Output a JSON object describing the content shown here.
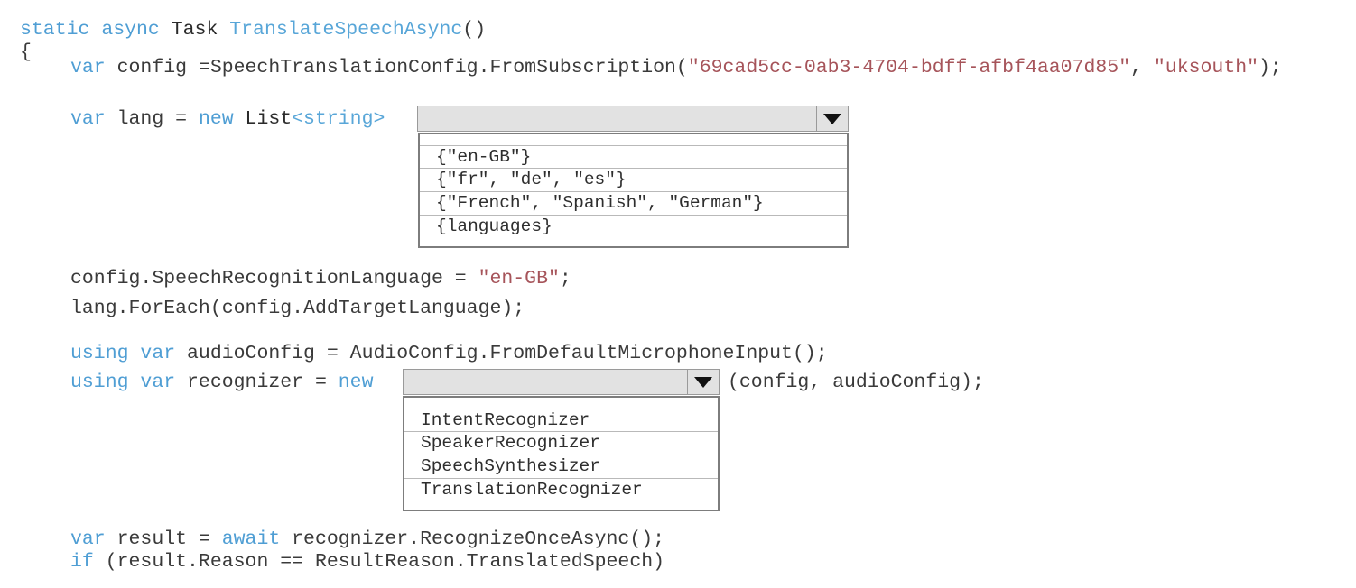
{
  "editor": {
    "language": "csharp",
    "background_color": "#ffffff",
    "text_color": "#3a3a3a",
    "keyword_color": "#4f9ed4",
    "type_color": "#58a6d8",
    "string_color": "#a6545a"
  },
  "code": {
    "line1": {
      "kw_static_async": "static async ",
      "type_task": "Task ",
      "name_method": "TranslateSpeechAsync",
      "parens": "()"
    },
    "line2": {
      "brace_open": "{"
    },
    "line3": {
      "kw_var": "var ",
      "text_before_string": "config =SpeechTranslationConfig.FromSubscription(",
      "string_key": "\"69cad5cc-0ab3-4704-bdff-afbf4aa07d85\"",
      "comma": ", ",
      "string_region": "\"uksouth\"",
      "tail": ");"
    },
    "line4": {
      "kw_var": "var ",
      "ident_lang": "lang = ",
      "kw_new": "new ",
      "type_list": "List",
      "generic": "<string>"
    },
    "line5": {
      "text": "config.SpeechRecognitionLanguage = ",
      "string_value": "\"en-GB\"",
      "tail": ";"
    },
    "line6": {
      "text": "lang.ForEach(config.AddTargetLanguage);"
    },
    "line7": {
      "kw_using_var": "using var ",
      "text": "audioConfig = AudioConfig.FromDefaultMicrophoneInput();"
    },
    "line8": {
      "kw_using_var": "using var ",
      "ident": "recognizer = ",
      "kw_new": "new",
      "tail": "(config, audioConfig);"
    },
    "line9": {
      "kw_var": "var ",
      "ident": "result = ",
      "kw_await": "await ",
      "text": "recognizer.RecognizeOnceAsync();"
    },
    "line10": {
      "kw_if": "if ",
      "text": "(result.Reason == ResultReason.TranslatedSpeech)"
    }
  },
  "dropdown_languages": {
    "name": "languages-dropdown",
    "selected_value": "",
    "arrow_icon": "chevron-down-icon",
    "expanded": true,
    "options": [
      "{\"en-GB\"}",
      "{\"fr\", \"de\", \"es\"}",
      "{\"French\", \"Spanish\", \"German\"}",
      "{languages}"
    ]
  },
  "dropdown_recognizer": {
    "name": "recognizer-dropdown",
    "selected_value": "",
    "arrow_icon": "chevron-down-icon",
    "expanded": true,
    "options": [
      "IntentRecognizer",
      "SpeakerRecognizer",
      "SpeechSynthesizer",
      "TranslationRecognizer"
    ]
  }
}
